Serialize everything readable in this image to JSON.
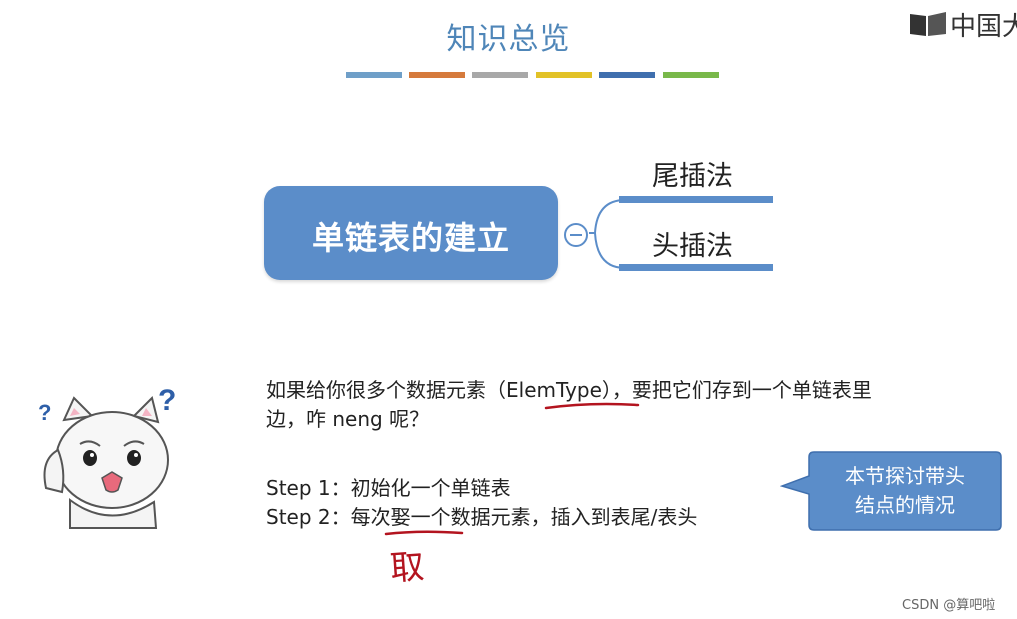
{
  "header": {
    "title": "知识总览",
    "color_bars": [
      "#6f9fc8",
      "#d57a3c",
      "#a8a8a8",
      "#e2c227",
      "#3f6fae",
      "#79b84a"
    ],
    "logo_text": "中国大"
  },
  "mindmap": {
    "root": "单链表的建立",
    "collapse_symbol": "−",
    "branches": [
      "尾插法",
      "头插法"
    ]
  },
  "question": {
    "line1": "如果给你很多个数据元素（ElemType），要把它们存到一个单链表里",
    "line2": "边，咋 neng 呢？"
  },
  "steps": {
    "step1": "Step 1：初始化一个单链表",
    "step2": "Step 2：每次娶一个数据元素，插入到表尾/表头"
  },
  "annotation": {
    "handwritten_correction": "取",
    "ink_color": "#b3141f"
  },
  "callout": {
    "line1": "本节探讨带头",
    "line2": "结点的情况"
  },
  "mascot": {
    "marks": [
      "?",
      "?"
    ]
  },
  "watermark": "CSDN @算吧啦"
}
